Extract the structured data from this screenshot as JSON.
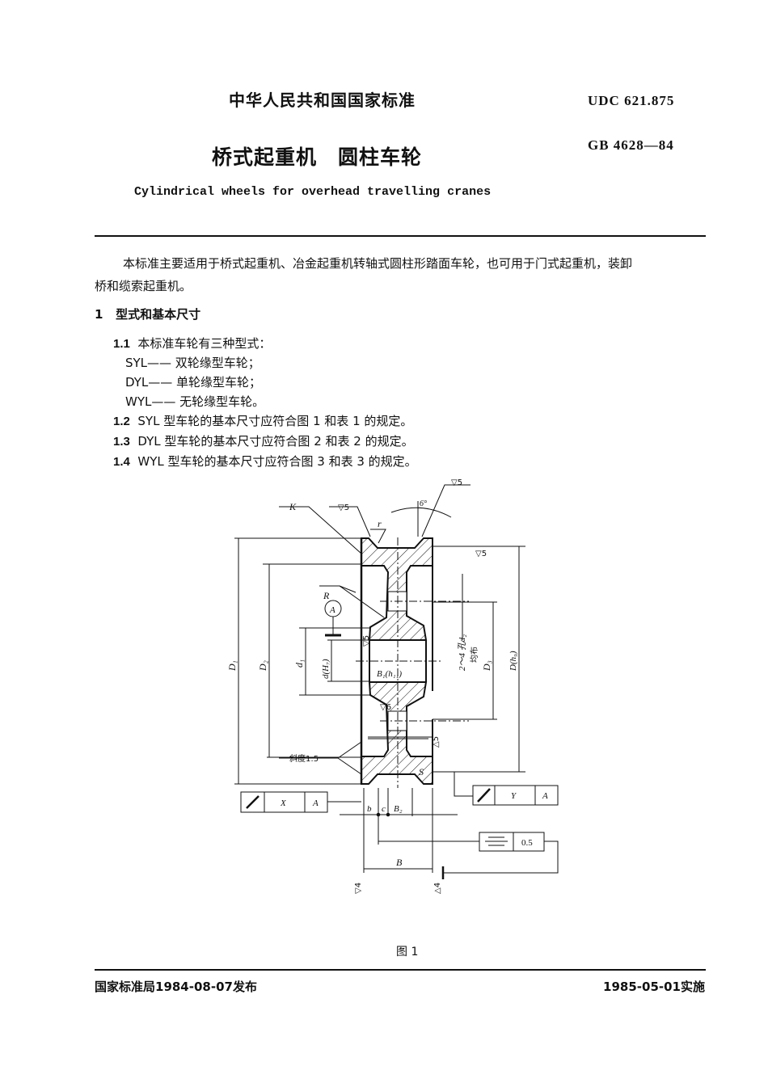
{
  "header": {
    "issuer": "中华人民共和国国家标准",
    "udc": "UDC 621.875",
    "title": "桥式起重机　圆柱车轮",
    "code": "GB 4628—84",
    "english_title": "Cylindrical wheels for overhead travelling cranes"
  },
  "intro": {
    "line1": "本标准主要适用于桥式起重机、冶金起重机转轴式圆柱形踏面车轮，也可用于门式起重机，装卸",
    "line2": "桥和缆索起重机。"
  },
  "section1": {
    "number": "1",
    "heading": "型式和基本尺寸",
    "items": [
      {
        "number": "1.1",
        "text": "本标准车轮有三种型式："
      },
      {
        "number": "",
        "text": "SYL—— 双轮缘型车轮；"
      },
      {
        "number": "",
        "text": "DYL—— 单轮缘型车轮；"
      },
      {
        "number": "",
        "text": "WYL—— 无轮缘型车轮。"
      },
      {
        "number": "1.2",
        "text": "SYL 型车轮的基本尺寸应符合图 1 和表 1 的规定。"
      },
      {
        "number": "1.3",
        "text": "DYL 型车轮的基本尺寸应符合图 2 和表 2 的规定。"
      },
      {
        "number": "1.4",
        "text": "WYL 型车轮的基本尺寸应符合图 3 和表 3 的规定。"
      }
    ]
  },
  "figure": {
    "caption": "图 1",
    "labels": {
      "K": "K",
      "rough5_a": "▽5",
      "r": "r",
      "angle": "6°",
      "rough5_top": "▽5",
      "rough5_right": "▽5",
      "R": "R",
      "datum": "A",
      "rough5_v": "▽5",
      "B1": "B₁(h₁₁)",
      "rough6": "▽6",
      "rough5_b": "△5",
      "slope": "斜度1:5",
      "S": "S",
      "D1": "D₁",
      "D2": "D₂",
      "d1": "d₁",
      "d": "d(H₇)",
      "holes": "2～4 孔d₂",
      "even": "均布",
      "D3": "D₃",
      "D": "D(h₉)",
      "b": "b",
      "c": "c",
      "B2": "B₂",
      "B": "B",
      "rough4_l": "▽4",
      "rough4_r": "△4"
    },
    "tolerance_left": {
      "symbol": "runout",
      "ref": "X",
      "datum": "A"
    },
    "tolerance_right": {
      "symbol": "runout",
      "ref": "Y",
      "datum": "A"
    },
    "tolerance_symmetry": {
      "symbol": "symmetry",
      "value": "0.5"
    }
  },
  "footer": {
    "issued": "国家标准局1984-08-07发布",
    "effective": "1985-05-01实施"
  }
}
